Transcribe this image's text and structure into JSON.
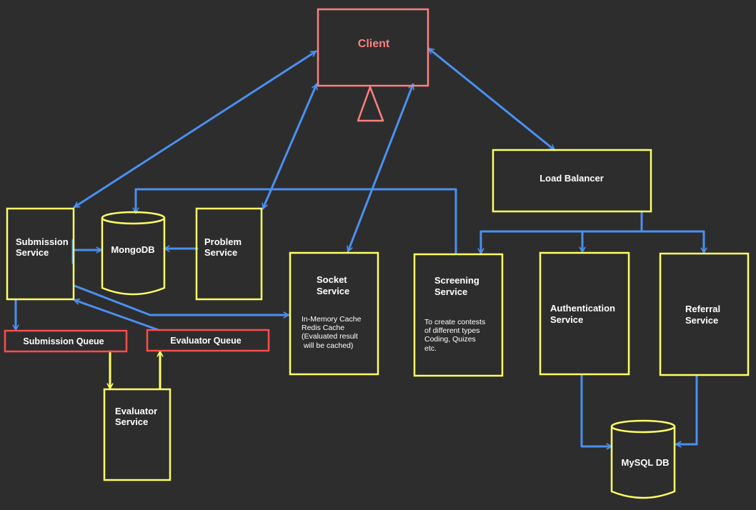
{
  "colors": {
    "background": "#2d2d2d",
    "service_border": "#ffff66",
    "client_border": "#ff8080",
    "queue_border": "#ff4d4d",
    "edge": "#4a90f0",
    "text": "#ffffff"
  },
  "nodes": {
    "client": {
      "title": "Client"
    },
    "load_balancer": {
      "title": "Load Balancer"
    },
    "submission_service": {
      "line1": "Submission",
      "line2": "Service"
    },
    "mongodb": {
      "title": "MongoDB"
    },
    "problem_service": {
      "line1": "Problem",
      "line2": "Service"
    },
    "socket_service": {
      "line1": "Socket",
      "line2": "Service",
      "desc": [
        "In-Memory Cache",
        "Redis Cache",
        "(Evaluated result",
        " will be cached)"
      ]
    },
    "screening_service": {
      "line1": "Screening",
      "line2": "Service",
      "desc": [
        "To create contests",
        "of different types",
        "Coding, Quizes",
        "etc."
      ]
    },
    "authentication_service": {
      "line1": "Authentication",
      "line2": "Service"
    },
    "referral_service": {
      "line1": "Referral",
      "line2": "Service"
    },
    "submission_queue": {
      "title": "Submission Queue"
    },
    "evaluator_queue": {
      "title": "Evaluator Queue"
    },
    "evaluator_service": {
      "line1": "Evaluator",
      "line2": "Service"
    },
    "mysql_db": {
      "title": "MySQL DB"
    }
  }
}
